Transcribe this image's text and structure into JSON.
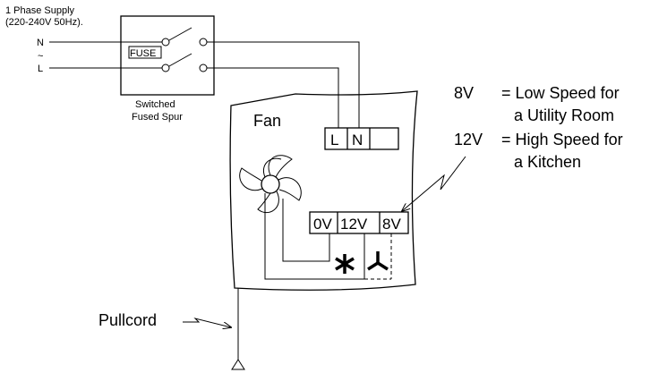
{
  "supply": {
    "title": "1 Phase Supply",
    "spec": "(220-240V 50Hz).",
    "neutral": "N",
    "tilde": "~",
    "live": "L"
  },
  "spur": {
    "fuse": "FUSE",
    "name_line1": "Switched",
    "name_line2": "Fused Spur"
  },
  "fan": {
    "label": "Fan",
    "mains_terminals": [
      "L",
      "N",
      ""
    ],
    "speed_terminals": [
      "0V",
      "12V",
      "8V"
    ]
  },
  "notes": {
    "line1_volt": "8V",
    "line1_text": "= Low Speed for",
    "line2_text": "a Utility Room",
    "line3_volt": "12V",
    "line3_text": "= High Speed for",
    "line4_text": "a Kitchen"
  },
  "pullcord": "Pullcord"
}
